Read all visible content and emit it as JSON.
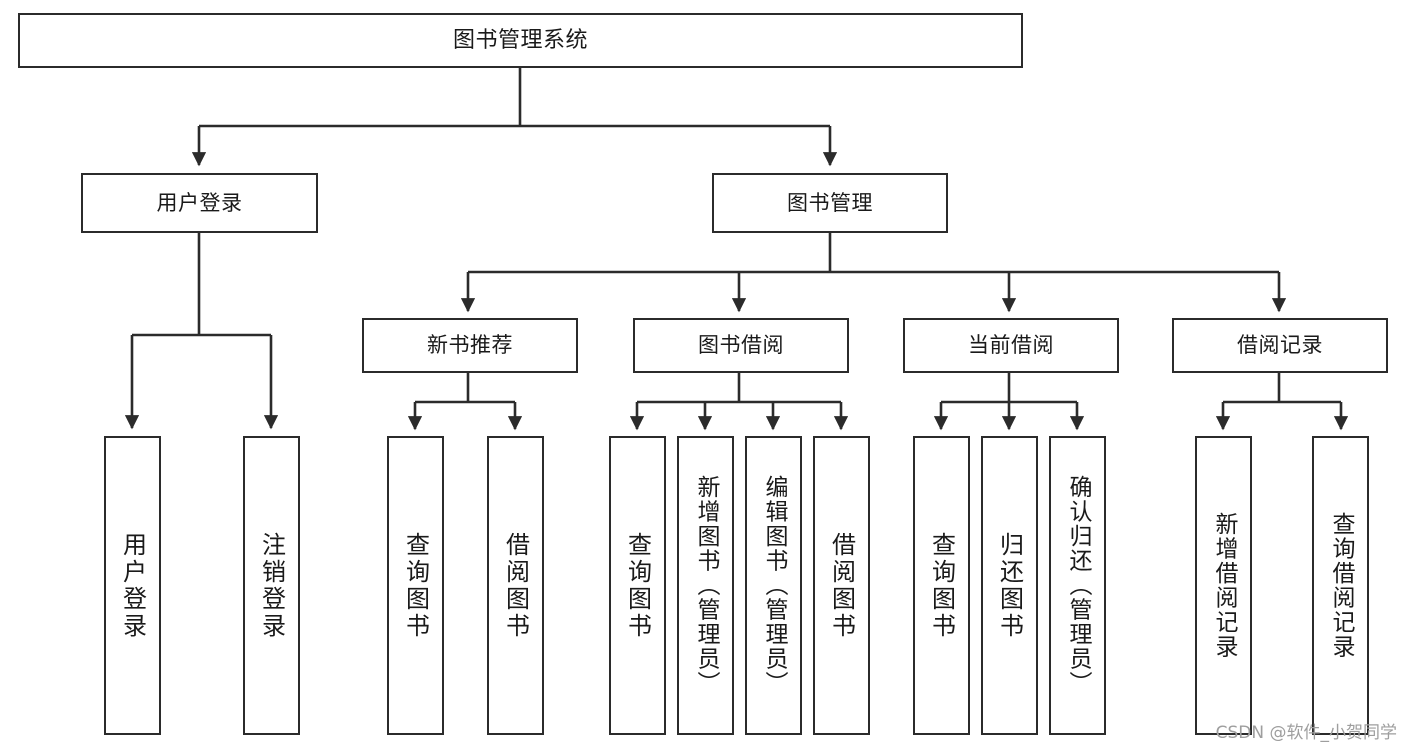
{
  "diagram": {
    "type": "tree",
    "title": "图书管理系统",
    "root": {
      "id": "root",
      "label": "图书管理系统"
    },
    "level2": [
      {
        "id": "user-login",
        "label": "用户登录"
      },
      {
        "id": "book-manage",
        "label": "图书管理"
      }
    ],
    "level3": [
      {
        "id": "new-book-recommend",
        "label": "新书推荐"
      },
      {
        "id": "book-borrow",
        "label": "图书借阅"
      },
      {
        "id": "current-borrow",
        "label": "当前借阅"
      },
      {
        "id": "borrow-record",
        "label": "借阅记录"
      }
    ],
    "leaves": {
      "user_login": [
        {
          "id": "leaf-user-login",
          "label": "用户登录"
        },
        {
          "id": "leaf-logout-login",
          "label": "注销登录"
        }
      ],
      "new_book_recommend": [
        {
          "id": "leaf-query-book-1",
          "label": "查询图书"
        },
        {
          "id": "leaf-borrow-book-1",
          "label": "借阅图书"
        }
      ],
      "book_borrow": [
        {
          "id": "leaf-query-book-2",
          "label": "查询图书"
        },
        {
          "id": "leaf-add-book",
          "label": "新增图书（管理员）"
        },
        {
          "id": "leaf-edit-book",
          "label": "编辑图书（管理员）"
        },
        {
          "id": "leaf-borrow-book-2",
          "label": "借阅图书"
        }
      ],
      "current_borrow": [
        {
          "id": "leaf-query-book-3",
          "label": "查询图书"
        },
        {
          "id": "leaf-return-book",
          "label": "归还图书"
        },
        {
          "id": "leaf-confirm-return",
          "label": "确认归还（管理员）"
        }
      ],
      "borrow_record": [
        {
          "id": "leaf-add-record",
          "label": "新增借阅记录"
        },
        {
          "id": "leaf-query-record",
          "label": "查询借阅记录"
        }
      ]
    },
    "colors": {
      "stroke": "#2b2b2b",
      "fill": "#ffffff",
      "text": "#1a1a1a",
      "watermark": "#9e9e9e"
    }
  },
  "watermark": {
    "text": "CSDN @软件_小贺同学"
  }
}
